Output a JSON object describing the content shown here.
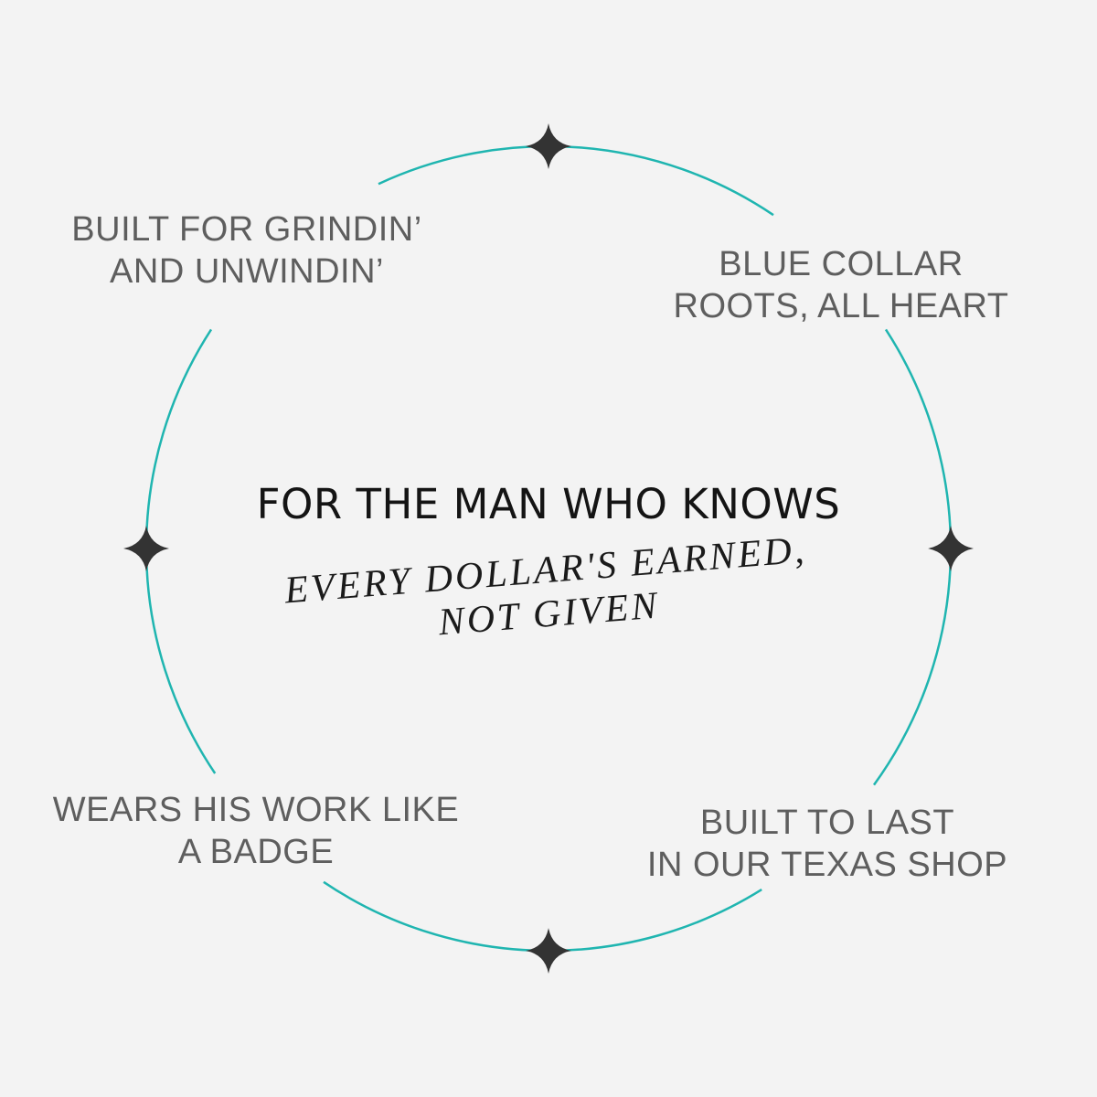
{
  "labels": {
    "top_left": [
      "BUILT FOR GRINDIN’",
      "AND UNWINDIN’"
    ],
    "top_right": [
      "BLUE COLLAR",
      "ROOTS, ALL HEART"
    ],
    "bottom_left": [
      "WEARS HIS WORK LIKE",
      "A BADGE"
    ],
    "bottom_right": [
      "BUILT TO LAST",
      "IN OUR TEXAS SHOP"
    ]
  },
  "center": {
    "headline": "FOR THE MAN WHO KNOWS",
    "tagline": [
      "EVERY DOLLAR'S EARNED,",
      "NOT GIVEN"
    ]
  },
  "colors": {
    "background": "#f3f3f3",
    "ring": "#1fb5b0",
    "star": "#333333",
    "label_text": "#5e5e5e",
    "headline_text": "#141414"
  },
  "icons": [
    "four-point-star-icon"
  ]
}
